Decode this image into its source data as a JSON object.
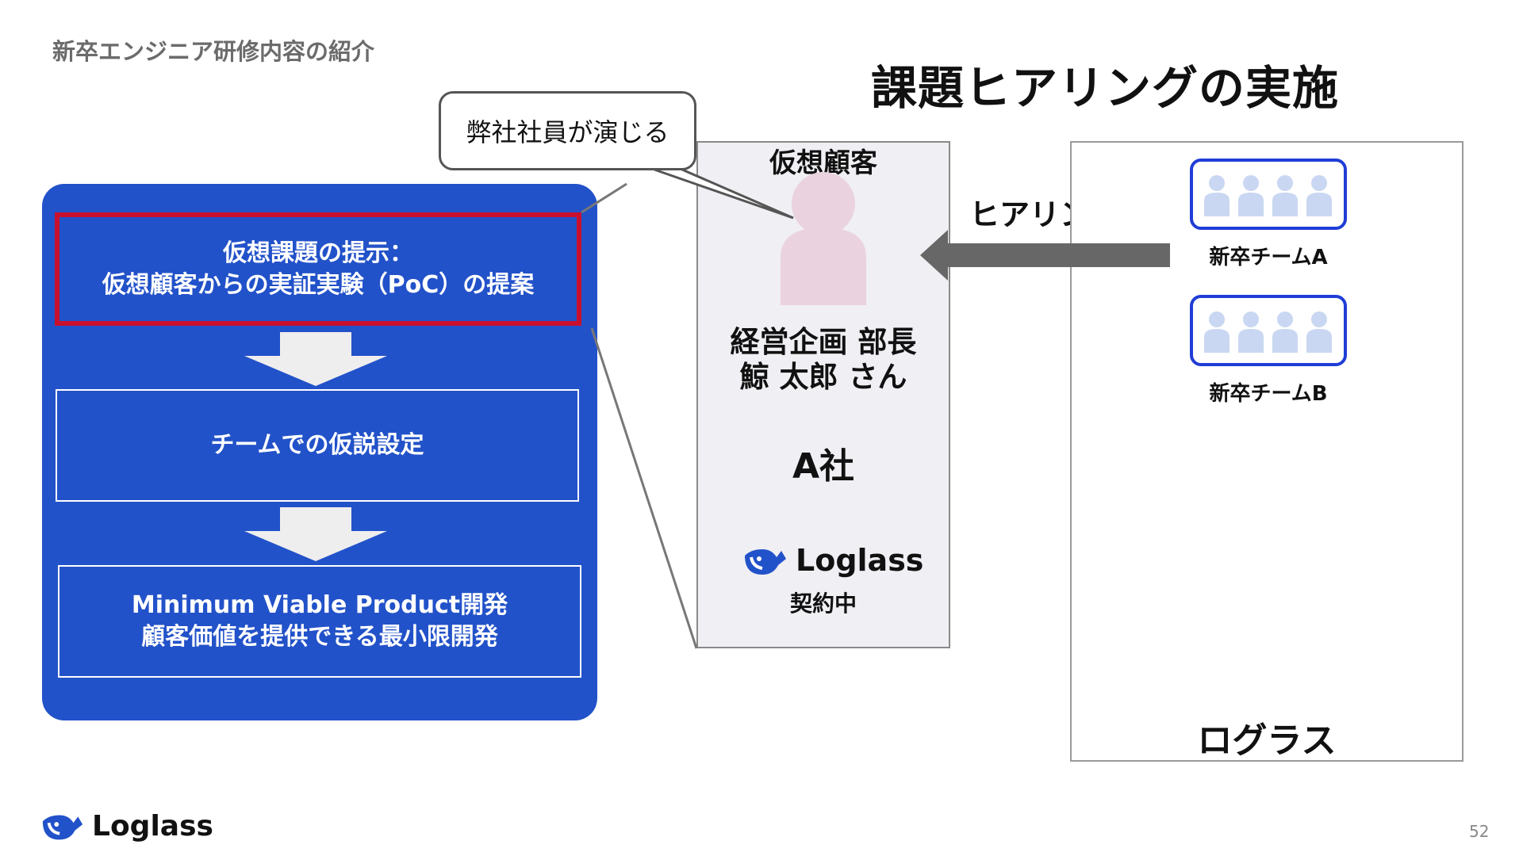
{
  "header": {
    "title": "新卒エンジニア研修内容の紹介"
  },
  "slide": {
    "title": "課題ヒアリングの実施",
    "page_number": "52"
  },
  "process": {
    "steps": [
      {
        "line1": "仮想課題の提示：",
        "line2": "仮想顧客からの実証実験（PoC）の提案"
      },
      {
        "line1": "チームでの仮説設定",
        "line2": ""
      },
      {
        "line1": "Minimum Viable Product開発",
        "line2": "顧客価値を提供できる最小限開発"
      }
    ]
  },
  "bubble": {
    "text": "弊社社員が演じる"
  },
  "customer": {
    "label": "仮想顧客",
    "role_line1": "経営企画 部長",
    "role_line2": "鯨 太郎 さん",
    "company": "A社",
    "brand": "Loglass",
    "contract_status": "契約中"
  },
  "hearing": {
    "label": "ヒアリング"
  },
  "loglass_side": {
    "teams": [
      {
        "label": "新卒チームA"
      },
      {
        "label": "新卒チームB"
      }
    ],
    "company": "ログラス"
  },
  "footer": {
    "brand": "Loglass"
  },
  "colors": {
    "panel_blue": "#2252c9",
    "highlight_red": "#c8102e",
    "team_border_blue": "#1f3dd6",
    "person_pink": "#ead3de",
    "member_light_blue": "#c9d7f2",
    "arrow_gray": "#676767"
  }
}
